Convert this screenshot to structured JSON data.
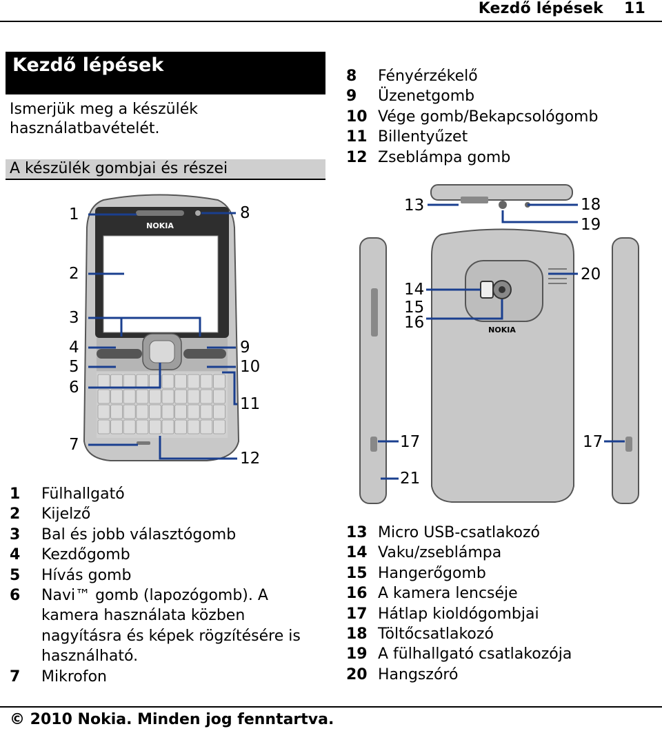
{
  "header": {
    "section": "Kezdő lépések",
    "page": "11"
  },
  "section_title": "Kezdő lépések",
  "intro": "Ismerjük meg a készülék használatbavételét.",
  "subheading": "A készülék gombjai és részei",
  "callouts": [
    "1",
    "2",
    "3",
    "4",
    "5",
    "6",
    "7",
    "8",
    "9",
    "10",
    "11",
    "12",
    "13",
    "14",
    "15",
    "16",
    "17",
    "17",
    "18",
    "19",
    "20",
    "21"
  ],
  "brand": "NOKIA",
  "parts_front": [
    {
      "num": "1",
      "label": "Fülhallgató"
    },
    {
      "num": "2",
      "label": "Kijelző"
    },
    {
      "num": "3",
      "label": "Bal és jobb választógomb"
    },
    {
      "num": "4",
      "label": "Kezdőgomb"
    },
    {
      "num": "5",
      "label": "Hívás gomb"
    },
    {
      "num": "6",
      "label": "Navi™ gomb (lapozógomb). A kamera használata közben nagyításra és képek rögzítésére is használható."
    },
    {
      "num": "7",
      "label": "Mikrofon"
    }
  ],
  "parts_front_cont": [
    {
      "num": "8",
      "label": "Fényérzékelő"
    },
    {
      "num": "9",
      "label": "Üzenetgomb"
    },
    {
      "num": "10",
      "label": "Vége gomb/Bekapcsológomb"
    },
    {
      "num": "11",
      "label": "Billentyűzet"
    },
    {
      "num": "12",
      "label": "Zseblámpa gomb"
    }
  ],
  "parts_back": [
    {
      "num": "13",
      "label": "Micro USB-csatlakozó"
    },
    {
      "num": "14",
      "label": "Vaku/zseblámpa"
    },
    {
      "num": "15",
      "label": "Hangerőgomb"
    },
    {
      "num": "16",
      "label": "A kamera lencséje"
    },
    {
      "num": "17",
      "label": "Hátlap kioldógombjai"
    },
    {
      "num": "18",
      "label": "Töltőcsatlakozó"
    },
    {
      "num": "19",
      "label": "A fülhallgató csatlakozója"
    },
    {
      "num": "20",
      "label": "Hangszóró"
    }
  ],
  "footer": "© 2010 Nokia. Minden jog fenntartva.",
  "colors": {
    "leader_line": "#1a3f8f",
    "phone_body": "#c8c8c8",
    "phone_edge": "#555555",
    "subhead_bg": "#cfcfcf"
  }
}
